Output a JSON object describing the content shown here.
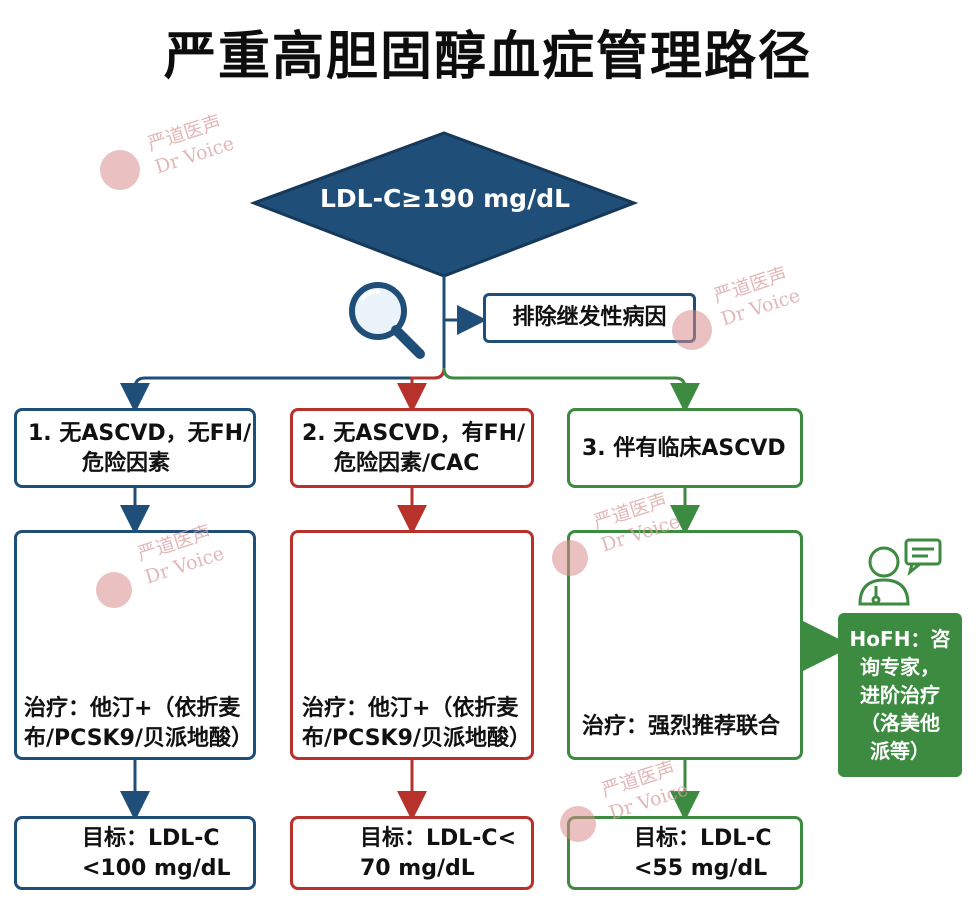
{
  "title": "严重高胆固醇血症管理路径",
  "start": "LDL-C≥190 mg/dL",
  "exclude": "排除继发性病因",
  "columns": [
    {
      "condition": [
        "1. 无ASCVD，无FH/",
        "危险因素"
      ],
      "treatment": [
        "治疗：他汀+（依折麦",
        "布/PCSK9/贝派地酸）"
      ],
      "goal": [
        "目标：LDL-C",
        "<100 mg/dL"
      ]
    },
    {
      "condition": [
        "2. 无ASCVD，有FH/",
        "危险因素/CAC"
      ],
      "treatment": [
        "治疗：他汀+（依折麦",
        "布/PCSK9/贝派地酸）"
      ],
      "goal": [
        "目标：LDL-C<",
        "70 mg/dL"
      ]
    },
    {
      "condition": [
        "3. 伴有临床ASCVD"
      ],
      "treatment": [
        "治疗：强烈推荐联合"
      ],
      "goal": [
        "目标：LDL-C",
        "<55 mg/dL"
      ]
    }
  ],
  "hofh": [
    "HoFH：咨",
    "询专家，",
    "进阶治疗",
    "（洛美他",
    "派等）"
  ],
  "watermark": [
    "严道医声",
    "Dr Voice"
  ],
  "colors": {
    "blue": "#1f4e79",
    "red": "#b8322c",
    "green": "#3d8b40"
  },
  "icons": [
    "magnifier-icon",
    "pill-bottle-icon",
    "statin-molecule-icon",
    "ezetimibe-icon",
    "pcsk9-antibody-icon",
    "bempedoic-acid-icon",
    "syringe-icon",
    "target-icon",
    "doctor-consult-icon"
  ]
}
